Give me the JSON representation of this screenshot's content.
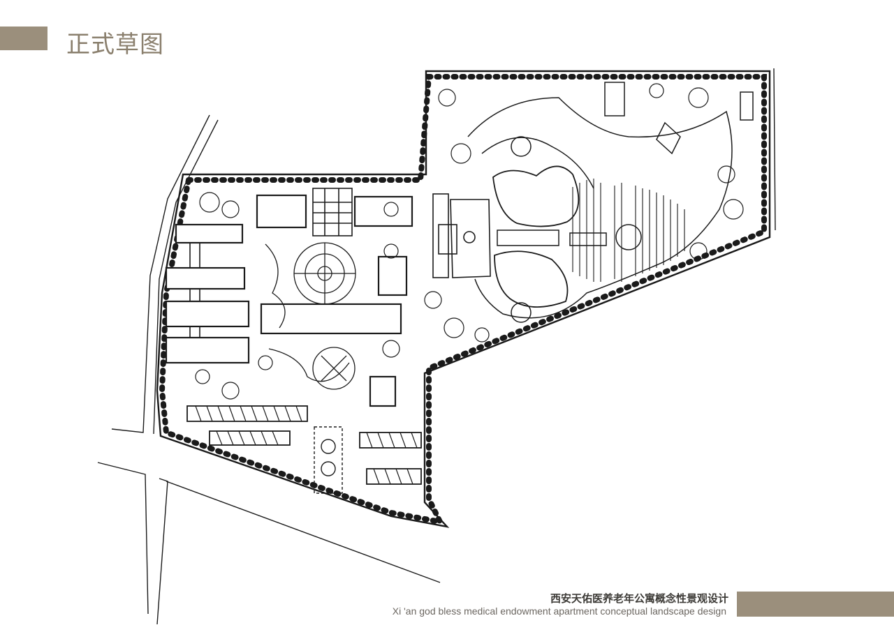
{
  "header": {
    "title": "正式草图"
  },
  "footer": {
    "title_cn": "西安天佑医养老年公寓概念性景观设计",
    "title_en": "Xi 'an god bless medical endowment apartment conceptual landscape design"
  },
  "colors": {
    "accent": "#9b8f7c",
    "title": "#8a7f6d",
    "ink": "#1a1a1a"
  }
}
